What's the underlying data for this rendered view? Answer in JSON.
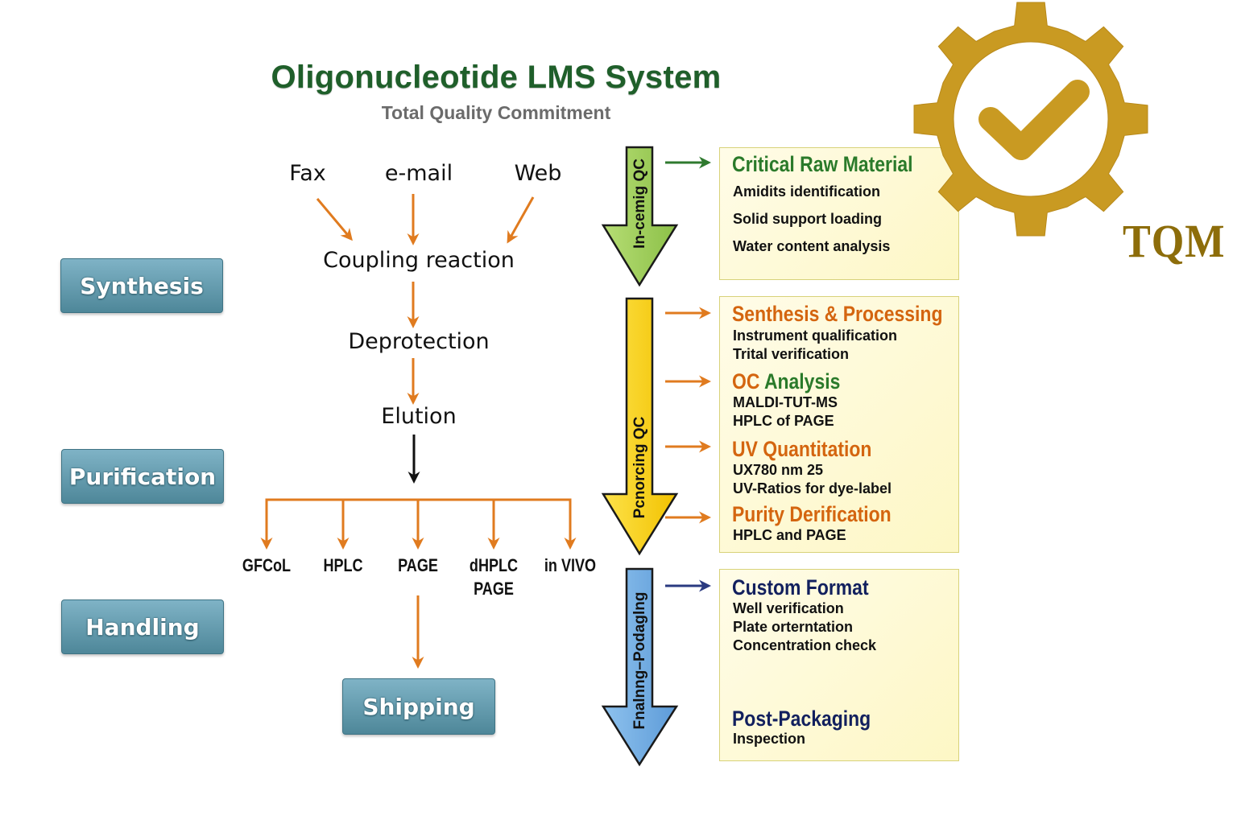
{
  "header": {
    "title": "Oligonucleotide LMS System",
    "subtitle": "Total Quality Commitment"
  },
  "colors": {
    "title_green": "#1f5f2a",
    "subtitle_gray": "#6b6b6b",
    "flow_arrow_orange": "#e07b1f",
    "stage_button_blue": "#5b93a6",
    "incoming_arrow_green": "#9fcd5a",
    "processing_arrow_yellow": "#f5cf10",
    "packaging_arrow_blue": "#6fa9df",
    "qc_box_fill": "#fdf8cc",
    "gear_gold": "#c99a22",
    "tqm_text": "#8d6d0a",
    "heading_orange": "#d4650f",
    "heading_green": "#2a7a2a",
    "heading_navy": "#12205e"
  },
  "order_sources": [
    "Fax",
    "e-mail",
    "Web"
  ],
  "process_steps": [
    "Coupling reaction",
    "Deprotection",
    "Elution"
  ],
  "stages": [
    "Synthesis",
    "Purification",
    "Handling"
  ],
  "purification_methods": [
    "GFCoL",
    "HPLC",
    "PAGE",
    "dHPLC\nPAGE",
    "in VIVO"
  ],
  "shipping_label": "Shipping",
  "qc_arrows": [
    {
      "label": "In-cemig QC",
      "color_key": "incoming_arrow_green"
    },
    {
      "label": "Pcnorcing QC",
      "color_key": "processing_arrow_yellow"
    },
    {
      "label": "Fnalnng–Podaglng",
      "color_key": "packaging_arrow_blue"
    }
  ],
  "qc_boxes": [
    {
      "sections": [
        {
          "heading": "Critical Raw Material",
          "heading_color": "heading_green",
          "items": [
            "Amidits identification",
            "Solid support loading",
            "Water content analysis"
          ]
        }
      ]
    },
    {
      "sections": [
        {
          "heading": "Senthesis & Processing",
          "heading_color": "heading_orange",
          "items": [
            "Instrument qualification",
            "Trital verification"
          ]
        },
        {
          "heading_part1": "OC",
          "heading_part2": "Analysis",
          "heading_color": "heading_green",
          "items": [
            "MALDI-TUT-MS",
            "HPLC of PAGE"
          ]
        },
        {
          "heading": "UV Quantitation",
          "heading_color": "heading_orange",
          "items": [
            "UX780 nm 25",
            "UV-Ratios for dye-label"
          ]
        },
        {
          "heading": "Purity Derification",
          "heading_color": "heading_orange",
          "items": [
            "HPLC and PAGE"
          ]
        }
      ]
    },
    {
      "sections": [
        {
          "heading": "Custom Format",
          "heading_color": "heading_navy",
          "items": [
            "Well verification",
            "Plate orterntation",
            "Concentration check"
          ]
        },
        {
          "heading": "Post-Packaging",
          "heading_color": "heading_navy",
          "items": [
            "Inspection"
          ]
        }
      ]
    }
  ],
  "logo": {
    "icon": "gear-checkmark-icon",
    "text": "TQM"
  }
}
